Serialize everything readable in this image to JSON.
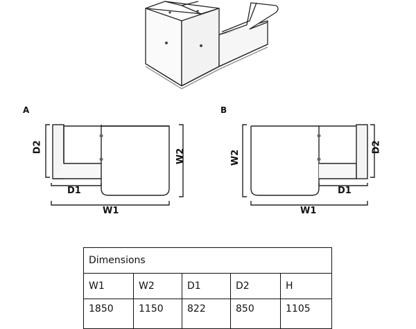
{
  "panels": {
    "a": {
      "label": "A",
      "d1": "D1",
      "d2": "D2",
      "w1": "W1",
      "w2": "W2"
    },
    "b": {
      "label": "B",
      "d1": "D1",
      "d2": "D2",
      "w1": "W1",
      "w2": "W2"
    }
  },
  "table": {
    "title": "Dimensions",
    "headers": [
      "W1",
      "W2",
      "D1",
      "D2",
      "H"
    ],
    "values": [
      "1850",
      "1150",
      "822",
      "850",
      "1105"
    ]
  }
}
